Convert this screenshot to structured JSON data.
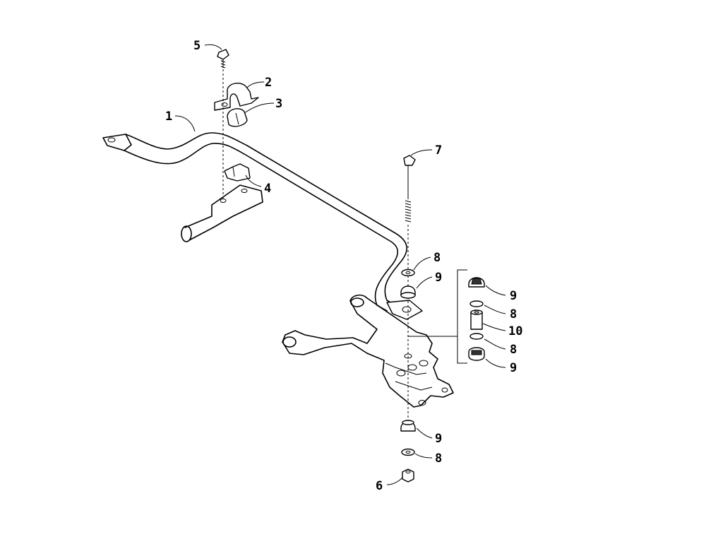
{
  "callouts": {
    "c1": "1",
    "c2": "2",
    "c3": "3",
    "c4": "4",
    "c5": "5",
    "c6": "6",
    "c7": "7",
    "c8_top": "8",
    "c9_top": "9",
    "c9_stack_top": "9",
    "c8_stack_upper": "8",
    "c10": "10",
    "c8_stack_lower": "8",
    "c9_stack_bottom": "9",
    "c9_lower": "9",
    "c8_lower": "8"
  }
}
